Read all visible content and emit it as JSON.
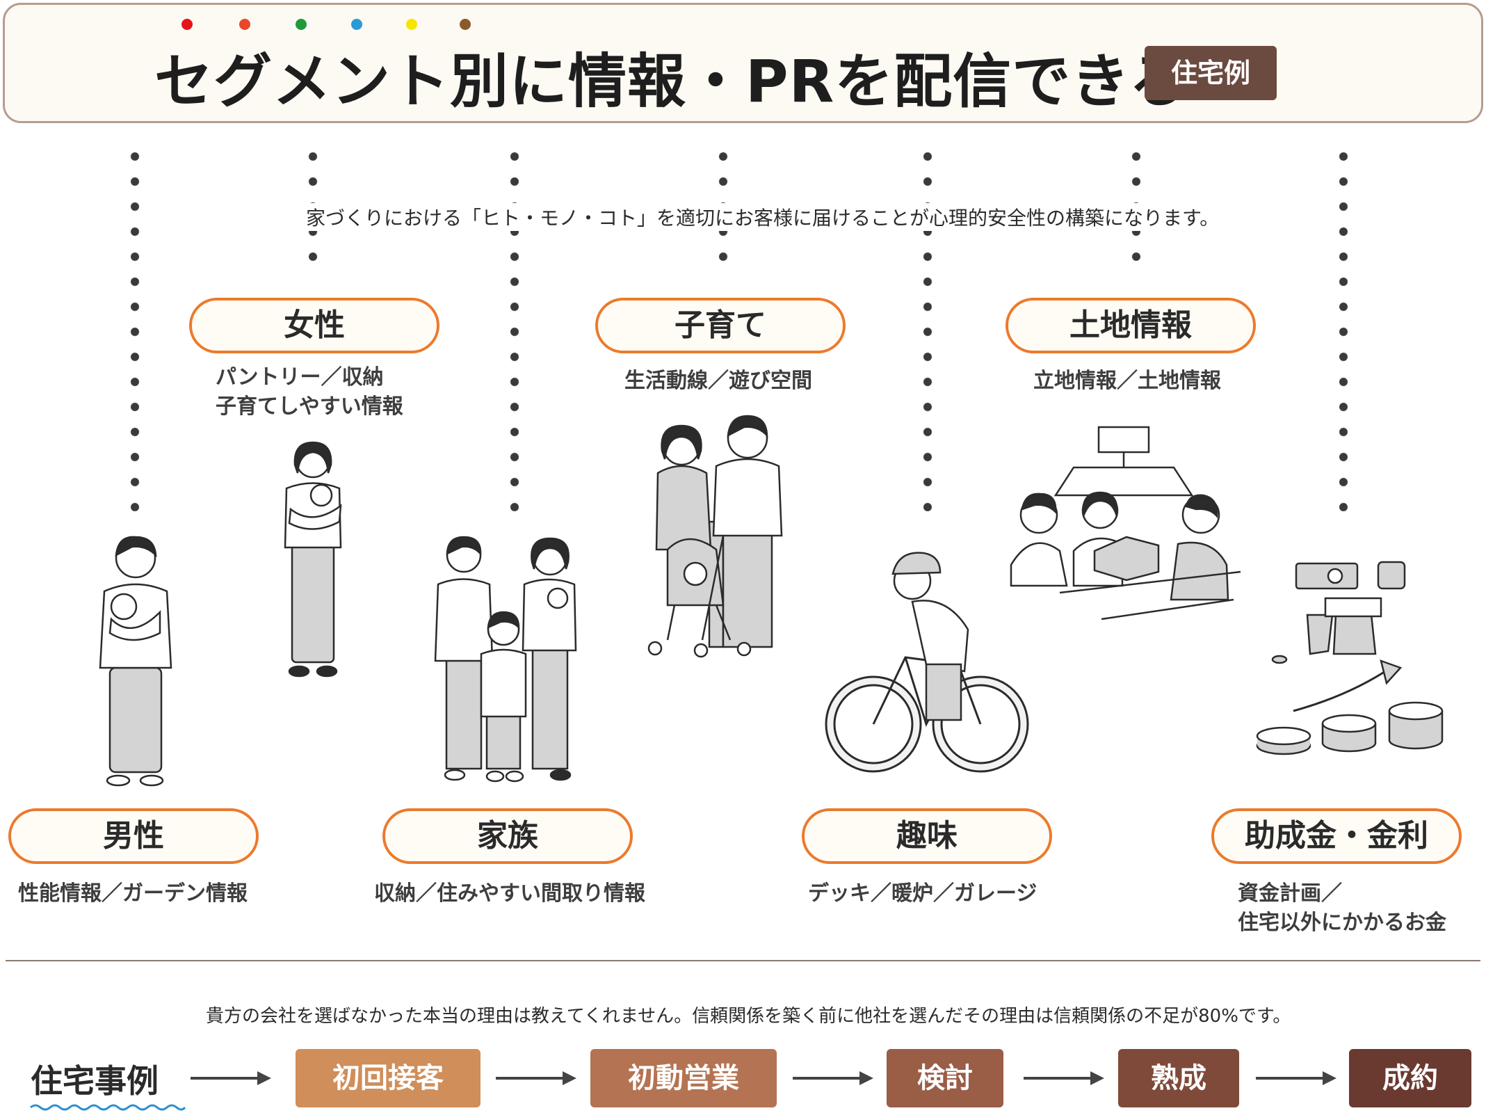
{
  "header": {
    "title": "セグメント別に情報・PRを配信できる",
    "badge": "住宅例",
    "dot_colors": [
      "#e5141b",
      "#e8472b",
      "#1e9a3a",
      "#2a9ad9",
      "#f5e500",
      "#8a5a2b"
    ]
  },
  "tagline": "家づくりにおける「ヒト・モノ・コト」を適切にお客様に届けることが心理的安全性の構築になります。",
  "segments": [
    {
      "label": "男性",
      "description": [
        "性能情報／ガーデン情報"
      ],
      "icon": "man-holding-baby-illustration"
    },
    {
      "label": "女性",
      "description": [
        "パントリー／収納",
        "子育てしやすい情報"
      ],
      "icon": "woman-holding-baby-illustration"
    },
    {
      "label": "家族",
      "description": [
        "収納／住みやすい間取り情報"
      ],
      "icon": "family-illustration"
    },
    {
      "label": "子育て",
      "description": [
        "生活動線／遊び空間"
      ],
      "icon": "couple-with-stroller-illustration"
    },
    {
      "label": "趣味",
      "description": [
        "デッキ／暖炉／ガレージ"
      ],
      "icon": "cyclist-illustration"
    },
    {
      "label": "土地情報",
      "description": [
        "立地情報／土地情報"
      ],
      "icon": "land-consultation-illustration"
    },
    {
      "label": "助成金・金利",
      "description": [
        "資金計画／",
        "住宅以外にかかるお金"
      ],
      "icon": "coins-growth-illustration"
    }
  ],
  "note": "貴方の会社を選ばなかった本当の理由は教えてくれません。信頼関係を築く前に他社を選んだその理由は信頼関係の不足が80%です。",
  "flow": {
    "label": "住宅事例",
    "steps": [
      {
        "label": "初回接客",
        "color": "#cf8e5a"
      },
      {
        "label": "初動営業",
        "color": "#b47352"
      },
      {
        "label": "検討",
        "color": "#9a5d45"
      },
      {
        "label": "熟成",
        "color": "#7f4a3a"
      },
      {
        "label": "成約",
        "color": "#6a3a30"
      }
    ]
  },
  "colors": {
    "accent": "#ec7a2c",
    "brown": "#6b4a40",
    "banner_border": "#b39d90"
  }
}
